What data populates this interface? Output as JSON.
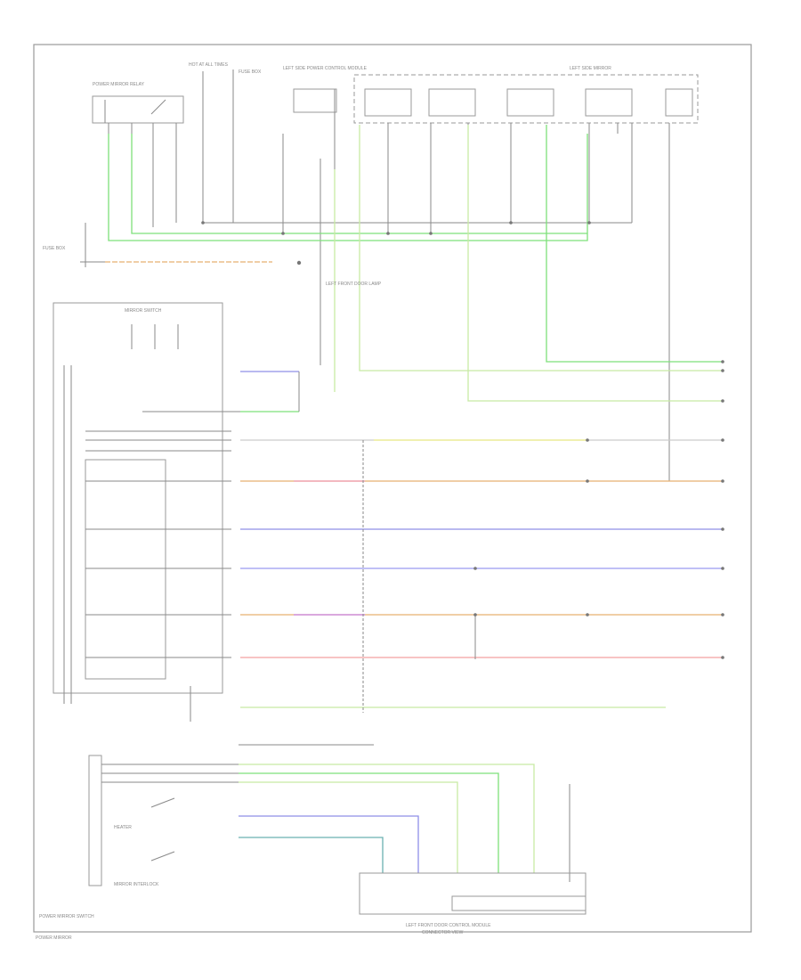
{
  "diagram": {
    "footer_label": "POWER MIRROR",
    "frame_caption": "POWER MIRROR SWITCH",
    "bottom_caption_top": "LEFT FRONT DOOR CONTROL MODULE",
    "bottom_caption_bottom": "CONNECTOR VIEW",
    "top_components": [
      {
        "id": "relay",
        "label": "POWER MIRROR RELAY"
      },
      {
        "id": "hot",
        "label": "HOT AT ALL TIMES"
      },
      {
        "id": "fuse",
        "label": "FUSE BOX"
      },
      {
        "id": "lcm",
        "label": "LEFT SIDE POWER CONTROL MODULE"
      },
      {
        "id": "mirror",
        "label": "LEFT SIDE MIRROR"
      }
    ],
    "side_notes": [
      {
        "id": "ground",
        "label": "FUSE BOX"
      },
      {
        "id": "lamp",
        "label": "LEFT FRONT DOOR LAMP"
      },
      {
        "id": "switch_assembly",
        "label": "MIRROR SWITCH"
      },
      {
        "id": "heater",
        "label": "HEATER"
      },
      {
        "id": "interlock",
        "label": "MIRROR INTERLOCK"
      }
    ],
    "colors": {
      "green": "#7ee07a",
      "lightgreen": "#c8eaa4",
      "yellow": "#eeee88",
      "orange": "#e8b070",
      "blue": "#8f8fe8",
      "violet": "#9a9af0",
      "pink": "#f09ab0",
      "red": "#f4a0a0",
      "teal": "#6ab0b0",
      "gray": "#9a9a9a"
    }
  }
}
